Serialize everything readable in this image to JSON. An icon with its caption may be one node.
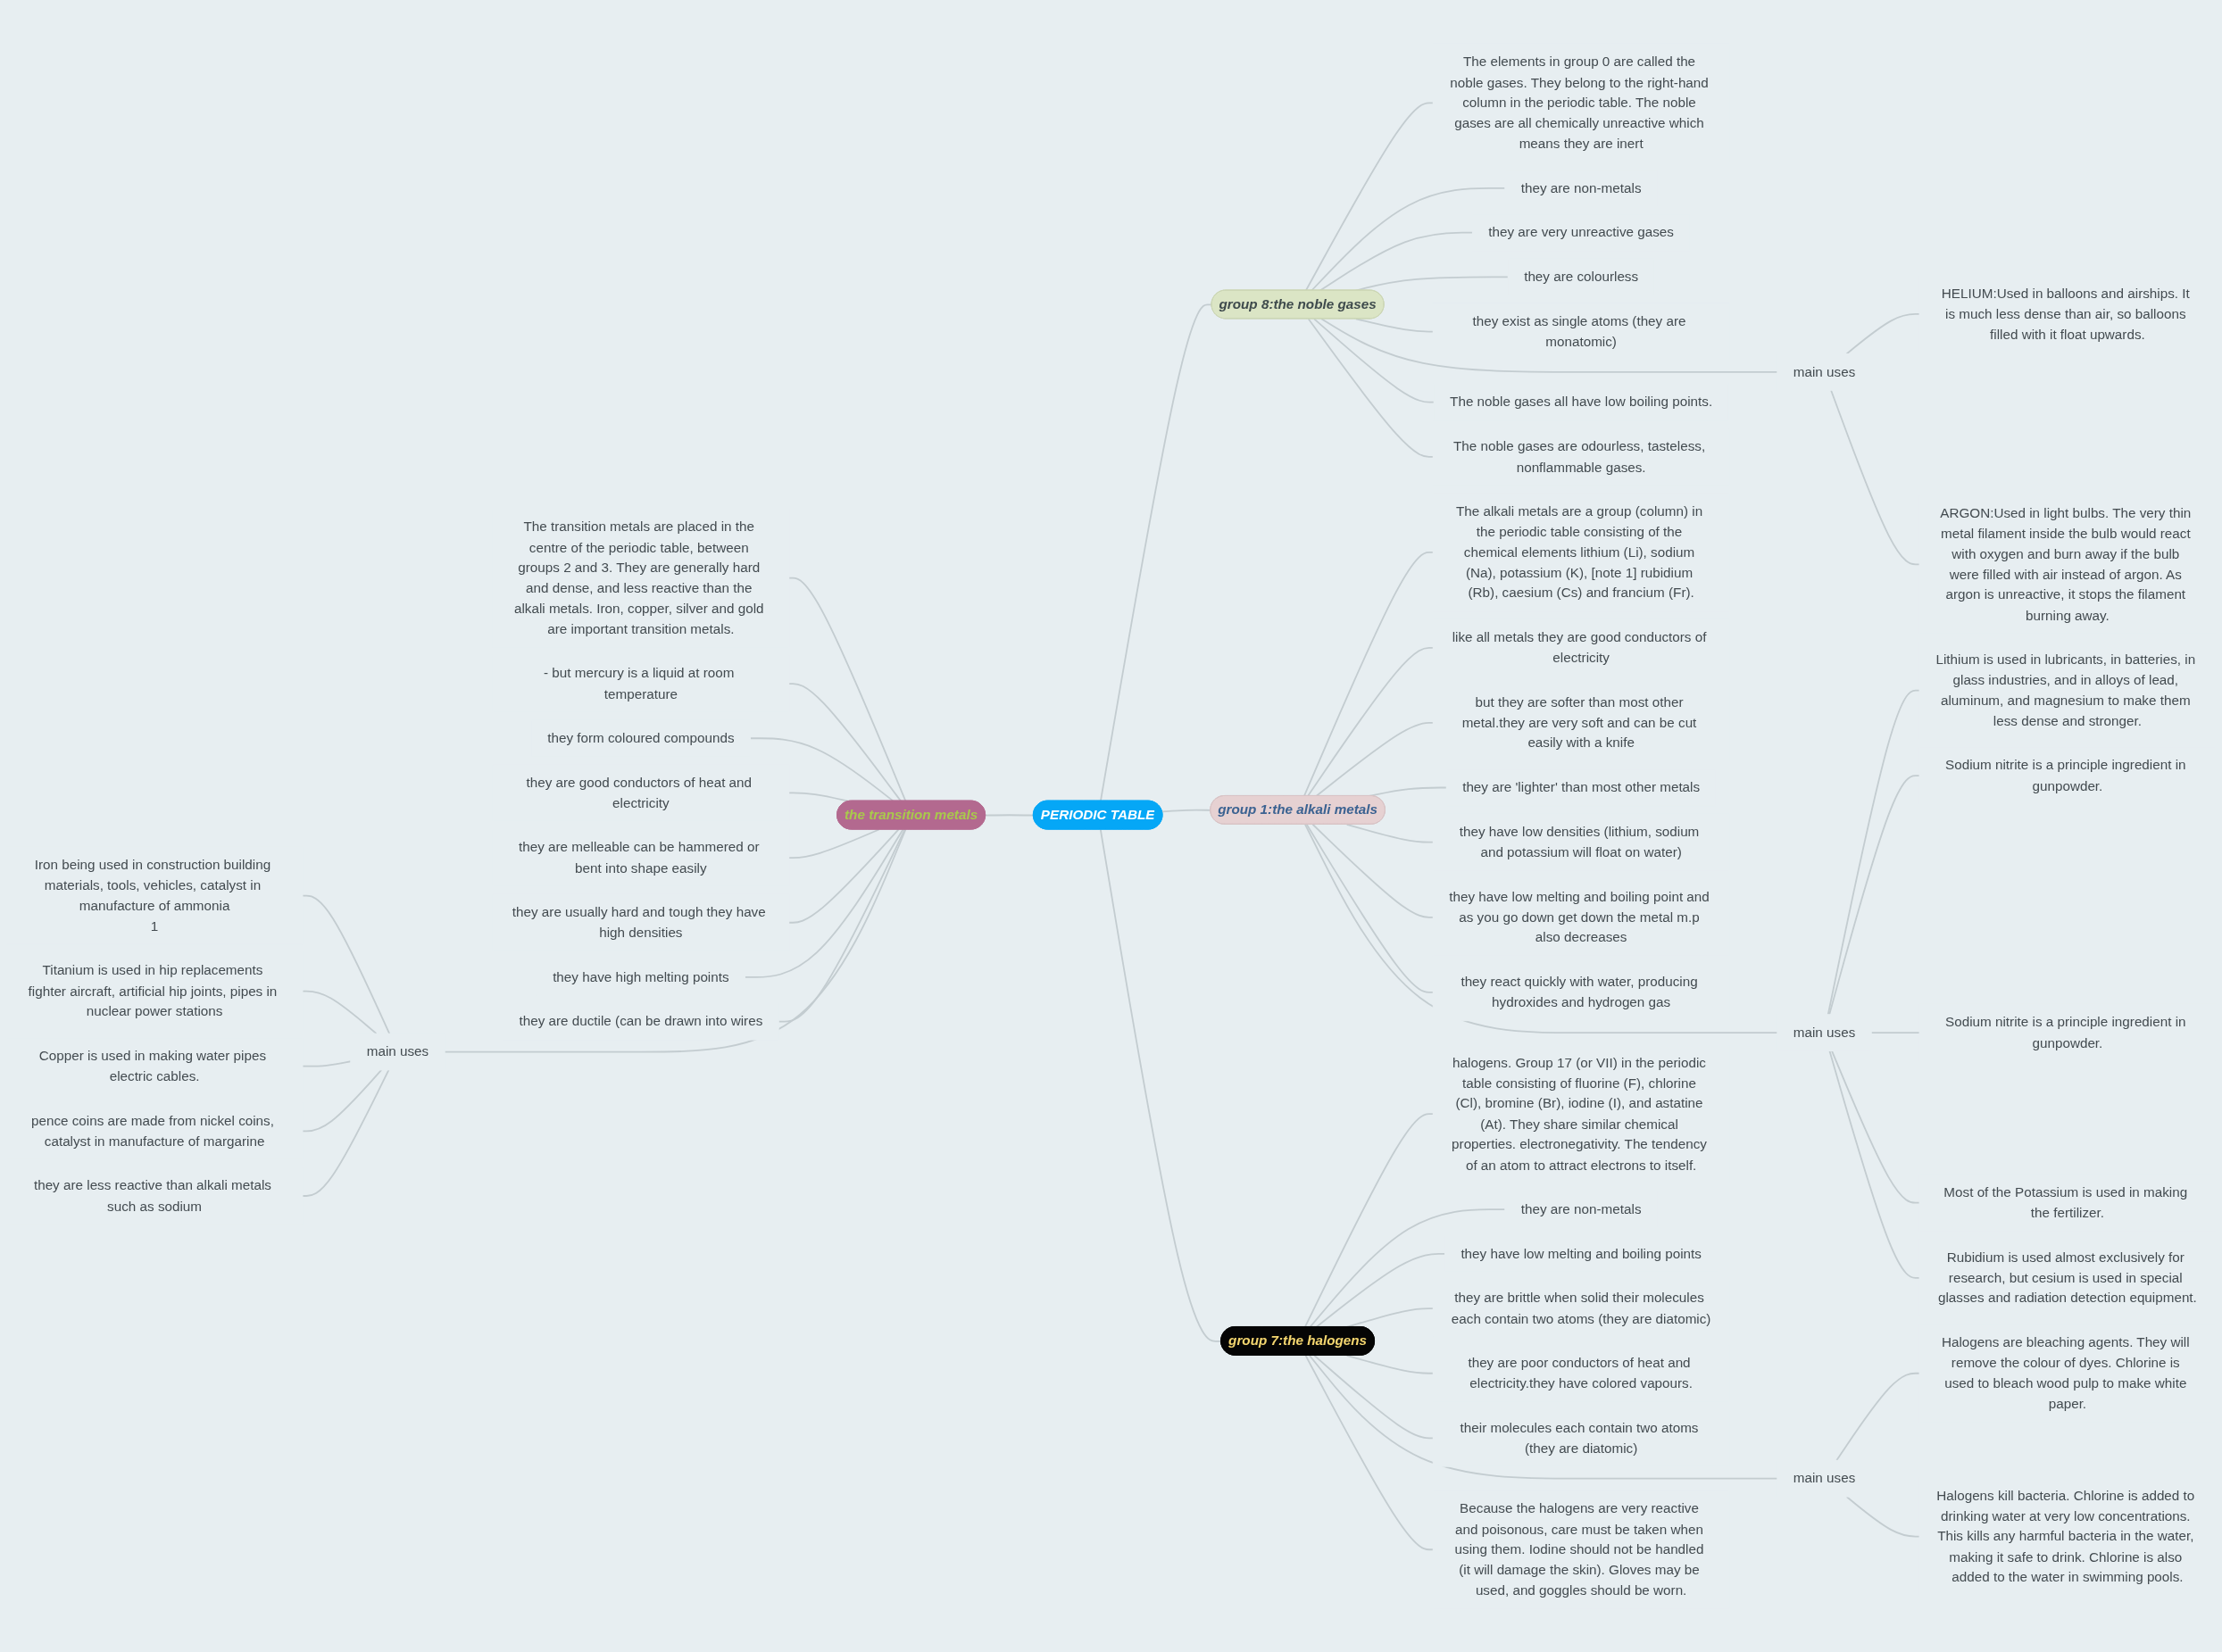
{
  "diagram": {
    "nodes": [
      {
        "text": [
          "PERIODIC TABLE"
        ]
      },
      {
        "text": [
          "group 8:the noble gases"
        ]
      },
      {
        "text": [
          "The elements in group 0 are called the noble gases. They belong to the right-hand column in the periodic table. The noble gases are all chemically unreactive which means they are inert"
        ]
      },
      {
        "text": [
          "they are non-metals"
        ]
      },
      {
        "text": [
          "they are very unreactive gases"
        ]
      },
      {
        "text": [
          "they are colourless"
        ]
      },
      {
        "text": [
          "they exist as single atoms (they are monatomic)"
        ]
      },
      {
        "text": [
          "main uses"
        ]
      },
      {
        "text": [
          "HELIUM:Used in balloons and airships. It is much less dense than air, so balloons filled with it float upwards."
        ]
      },
      {
        "text": [
          "ARGON:Used in light bulbs. The very thin metal filament inside the bulb would react with oxygen and burn away if the bulb were filled with air instead of argon. As argon is unreactive, it stops the filament burning away."
        ]
      },
      {
        "text": [
          "The noble gases all have low boiling points."
        ]
      },
      {
        "text": [
          "The noble gases are odourless, tasteless, nonflammable gases."
        ]
      },
      {
        "text": [
          "group 1:the alkali metals"
        ]
      },
      {
        "text": [
          "The alkali metals are a group (column) in the periodic table consisting of the chemical elements lithium (Li), sodium (Na), potassium (K), [note 1] rubidium (Rb), caesium (Cs) and francium (Fr)."
        ]
      },
      {
        "text": [
          "like all metals they are good conductors of electricity"
        ]
      },
      {
        "text": [
          "but they are softer than most other metal.they are very soft and can be cut easily with a knife"
        ]
      },
      {
        "text": [
          "they are 'lighter' than most other metals"
        ]
      },
      {
        "text": [
          "they have low densities (lithium, sodium and potassium will float on water)"
        ]
      },
      {
        "text": [
          "they have low melting and boiling point and as you go down get down the metal m.p also decreases"
        ]
      },
      {
        "text": [
          "they react quickly with water, producing hydroxides and hydrogen gas"
        ]
      },
      {
        "text": [
          "main uses"
        ]
      },
      {
        "text": [
          "Lithium is used in lubricants, in batteries, in glass industries, and in alloys of lead, aluminum, and magnesium to make them less dense and stronger."
        ]
      },
      {
        "text": [
          "Sodium nitrite is a principle ingredient in gunpowder."
        ]
      },
      {
        "text": [
          "Sodium nitrite is a principle ingredient in gunpowder."
        ]
      },
      {
        "text": [
          "Most of the Potassium is used in making the fertilizer."
        ]
      },
      {
        "text": [
          "Rubidium is used almost exclusively for research, but cesium is used in special glasses and radiation detection equipment."
        ]
      },
      {
        "text": [
          "group 7:the halogens"
        ]
      },
      {
        "text": [
          "halogens. Group 17 (or VII) in the periodic table consisting of fluorine (F), chlorine (Cl), bromine (Br), iodine (I), and astatine (At). They share similar chemical properties. electronegativity. The tendency of an atom to attract electrons to itself."
        ]
      },
      {
        "text": [
          "they are non-metals"
        ]
      },
      {
        "text": [
          "they have low melting and boiling points"
        ]
      },
      {
        "text": [
          "they are brittle when solid their molecules each contain two atoms (they are diatomic)"
        ]
      },
      {
        "text": [
          "they are poor conductors of heat and electricity.they have colored vapours."
        ]
      },
      {
        "text": [
          "their molecules each contain two atoms (they are diatomic)"
        ]
      },
      {
        "text": [
          "main uses"
        ]
      },
      {
        "text": [
          "Halogens are bleaching agents. They will remove the colour of dyes. Chlorine is used to bleach wood pulp to make white paper."
        ]
      },
      {
        "text": [
          "Halogens kill bacteria. Chlorine is added to drinking water at very low concentrations. This kills any harmful bacteria in the water, making it safe to drink. Chlorine is also added to the water in swimming pools."
        ]
      },
      {
        "text": [
          "Because the halogens are very reactive and poisonous, care must be taken when using them. Iodine should not be handled (it will damage the skin). Gloves may be used, and goggles should be worn."
        ]
      },
      {
        "text": [
          "the transition metals"
        ]
      },
      {
        "text": [
          "The transition metals are placed in the centre of the periodic table, between groups 2 and 3. They are generally hard and dense, and less reactive than the alkali metals. Iron, copper, silver and gold are important transition metals."
        ]
      },
      {
        "text": [
          "- but mercury is a liquid at room temperature"
        ]
      },
      {
        "text": [
          "they form coloured compounds"
        ]
      },
      {
        "text": [
          "they are good conductors of heat and electricity"
        ]
      },
      {
        "text": [
          "they are melleable can be hammered or bent into shape easily"
        ]
      },
      {
        "text": [
          "they are usually hard and tough they have high densities"
        ]
      },
      {
        "text": [
          "they have high melting points"
        ]
      },
      {
        "text": [
          "main uses"
        ]
      },
      {
        "text": [
          "Iron being used in construction building materials, tools, vehicles, catalyst in manufacture of ammonia",
          "1"
        ]
      },
      {
        "text": [
          "Titanium is used in hip replacements fighter aircraft, artificial hip joints, pipes in nuclear power stations"
        ]
      },
      {
        "text": [
          "Copper is used in making water pipes electric cables."
        ]
      },
      {
        "text": [
          "pence coins are made from nickel coins, catalyst in manufacture of margarine"
        ]
      },
      {
        "text": [
          "they are less reactive than alkali metals such as sodium"
        ]
      },
      {
        "text": [
          "they are ductile (can be drawn into wires"
        ]
      }
    ],
    "edges": [
      {
        "from": 0,
        "to": 1,
        "arrow": "none"
      },
      {
        "from": 1,
        "to": 2,
        "arrow": "none"
      },
      {
        "from": 1,
        "to": 3,
        "arrow": "none"
      },
      {
        "from": 1,
        "to": 4,
        "arrow": "none"
      },
      {
        "from": 1,
        "to": 5,
        "arrow": "none"
      },
      {
        "from": 1,
        "to": 6,
        "arrow": "none"
      },
      {
        "from": 1,
        "to": 7,
        "arrow": "none"
      },
      {
        "from": 7,
        "to": 8,
        "arrow": "none"
      },
      {
        "from": 7,
        "to": 9,
        "arrow": "none"
      },
      {
        "from": 1,
        "to": 10,
        "arrow": "none"
      },
      {
        "from": 1,
        "to": 11,
        "arrow": "none"
      },
      {
        "from": 0,
        "to": 12,
        "arrow": "none"
      },
      {
        "from": 12,
        "to": 13,
        "arrow": "none"
      },
      {
        "from": 12,
        "to": 14,
        "arrow": "none"
      },
      {
        "from": 12,
        "to": 15,
        "arrow": "none"
      },
      {
        "from": 12,
        "to": 16,
        "arrow": "none"
      },
      {
        "from": 12,
        "to": 17,
        "arrow": "none"
      },
      {
        "from": 12,
        "to": 18,
        "arrow": "none"
      },
      {
        "from": 12,
        "to": 19,
        "arrow": "none"
      },
      {
        "from": 12,
        "to": 20,
        "arrow": "none"
      },
      {
        "from": 20,
        "to": 21,
        "arrow": "none"
      },
      {
        "from": 20,
        "to": 22,
        "arrow": "none"
      },
      {
        "from": 20,
        "to": 23,
        "arrow": "none"
      },
      {
        "from": 20,
        "to": 24,
        "arrow": "none"
      },
      {
        "from": 20,
        "to": 25,
        "arrow": "none"
      },
      {
        "from": 0,
        "to": 26,
        "arrow": "none"
      },
      {
        "from": 26,
        "to": 27,
        "arrow": "none"
      },
      {
        "from": 26,
        "to": 28,
        "arrow": "none"
      },
      {
        "from": 26,
        "to": 29,
        "arrow": "none"
      },
      {
        "from": 26,
        "to": 30,
        "arrow": "none"
      },
      {
        "from": 26,
        "to": 31,
        "arrow": "none"
      },
      {
        "from": 26,
        "to": 32,
        "arrow": "none"
      },
      {
        "from": 26,
        "to": 33,
        "arrow": "none"
      },
      {
        "from": 33,
        "to": 34,
        "arrow": "none"
      },
      {
        "from": 33,
        "to": 35,
        "arrow": "none"
      },
      {
        "from": 26,
        "to": 36,
        "arrow": "none"
      },
      {
        "from": 37,
        "to": 0,
        "arrow": "none"
      },
      {
        "from": 38,
        "to": 37,
        "arrow": "none"
      },
      {
        "from": 39,
        "to": 37,
        "arrow": "none"
      },
      {
        "from": 40,
        "to": 37,
        "arrow": "none"
      },
      {
        "from": 41,
        "to": 37,
        "arrow": "none"
      },
      {
        "from": 42,
        "to": 37,
        "arrow": "none"
      },
      {
        "from": 43,
        "to": 37,
        "arrow": "none"
      },
      {
        "from": 44,
        "to": 37,
        "arrow": "none"
      },
      {
        "from": 45,
        "to": 37,
        "arrow": "none"
      },
      {
        "from": 46,
        "to": 45,
        "arrow": "none"
      },
      {
        "from": 47,
        "to": 45,
        "arrow": "none"
      },
      {
        "from": 48,
        "to": 45,
        "arrow": "none"
      },
      {
        "from": 49,
        "to": 45,
        "arrow": "none"
      },
      {
        "from": 50,
        "to": 45,
        "arrow": "none"
      },
      {
        "from": 51,
        "to": 37,
        "arrow": "none"
      }
    ]
  }
}
